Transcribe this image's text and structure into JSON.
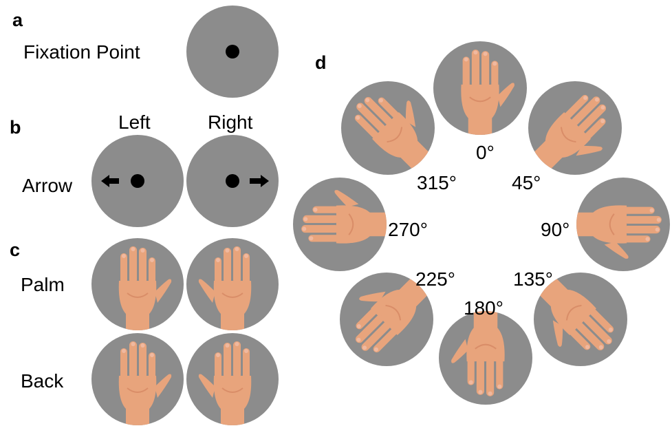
{
  "panels": {
    "a": {
      "letter": "a",
      "label": "Fixation Point"
    },
    "b": {
      "letter": "b",
      "label": "Arrow",
      "left": "Left",
      "right": "Right"
    },
    "c": {
      "letter": "c",
      "palm": "Palm",
      "back": "Back"
    },
    "d": {
      "letter": "d",
      "angles": [
        "0°",
        "45°",
        "90°",
        "135°",
        "180°",
        "225°",
        "270°",
        "315°"
      ]
    }
  },
  "colors": {
    "disc": "#8c8c8c",
    "skin": "#e8a47c",
    "skin_shade": "#d98d68",
    "mark": "#000000"
  },
  "icons": [
    "fixation-dot",
    "left-arrow-icon",
    "right-arrow-icon",
    "hand-image"
  ]
}
